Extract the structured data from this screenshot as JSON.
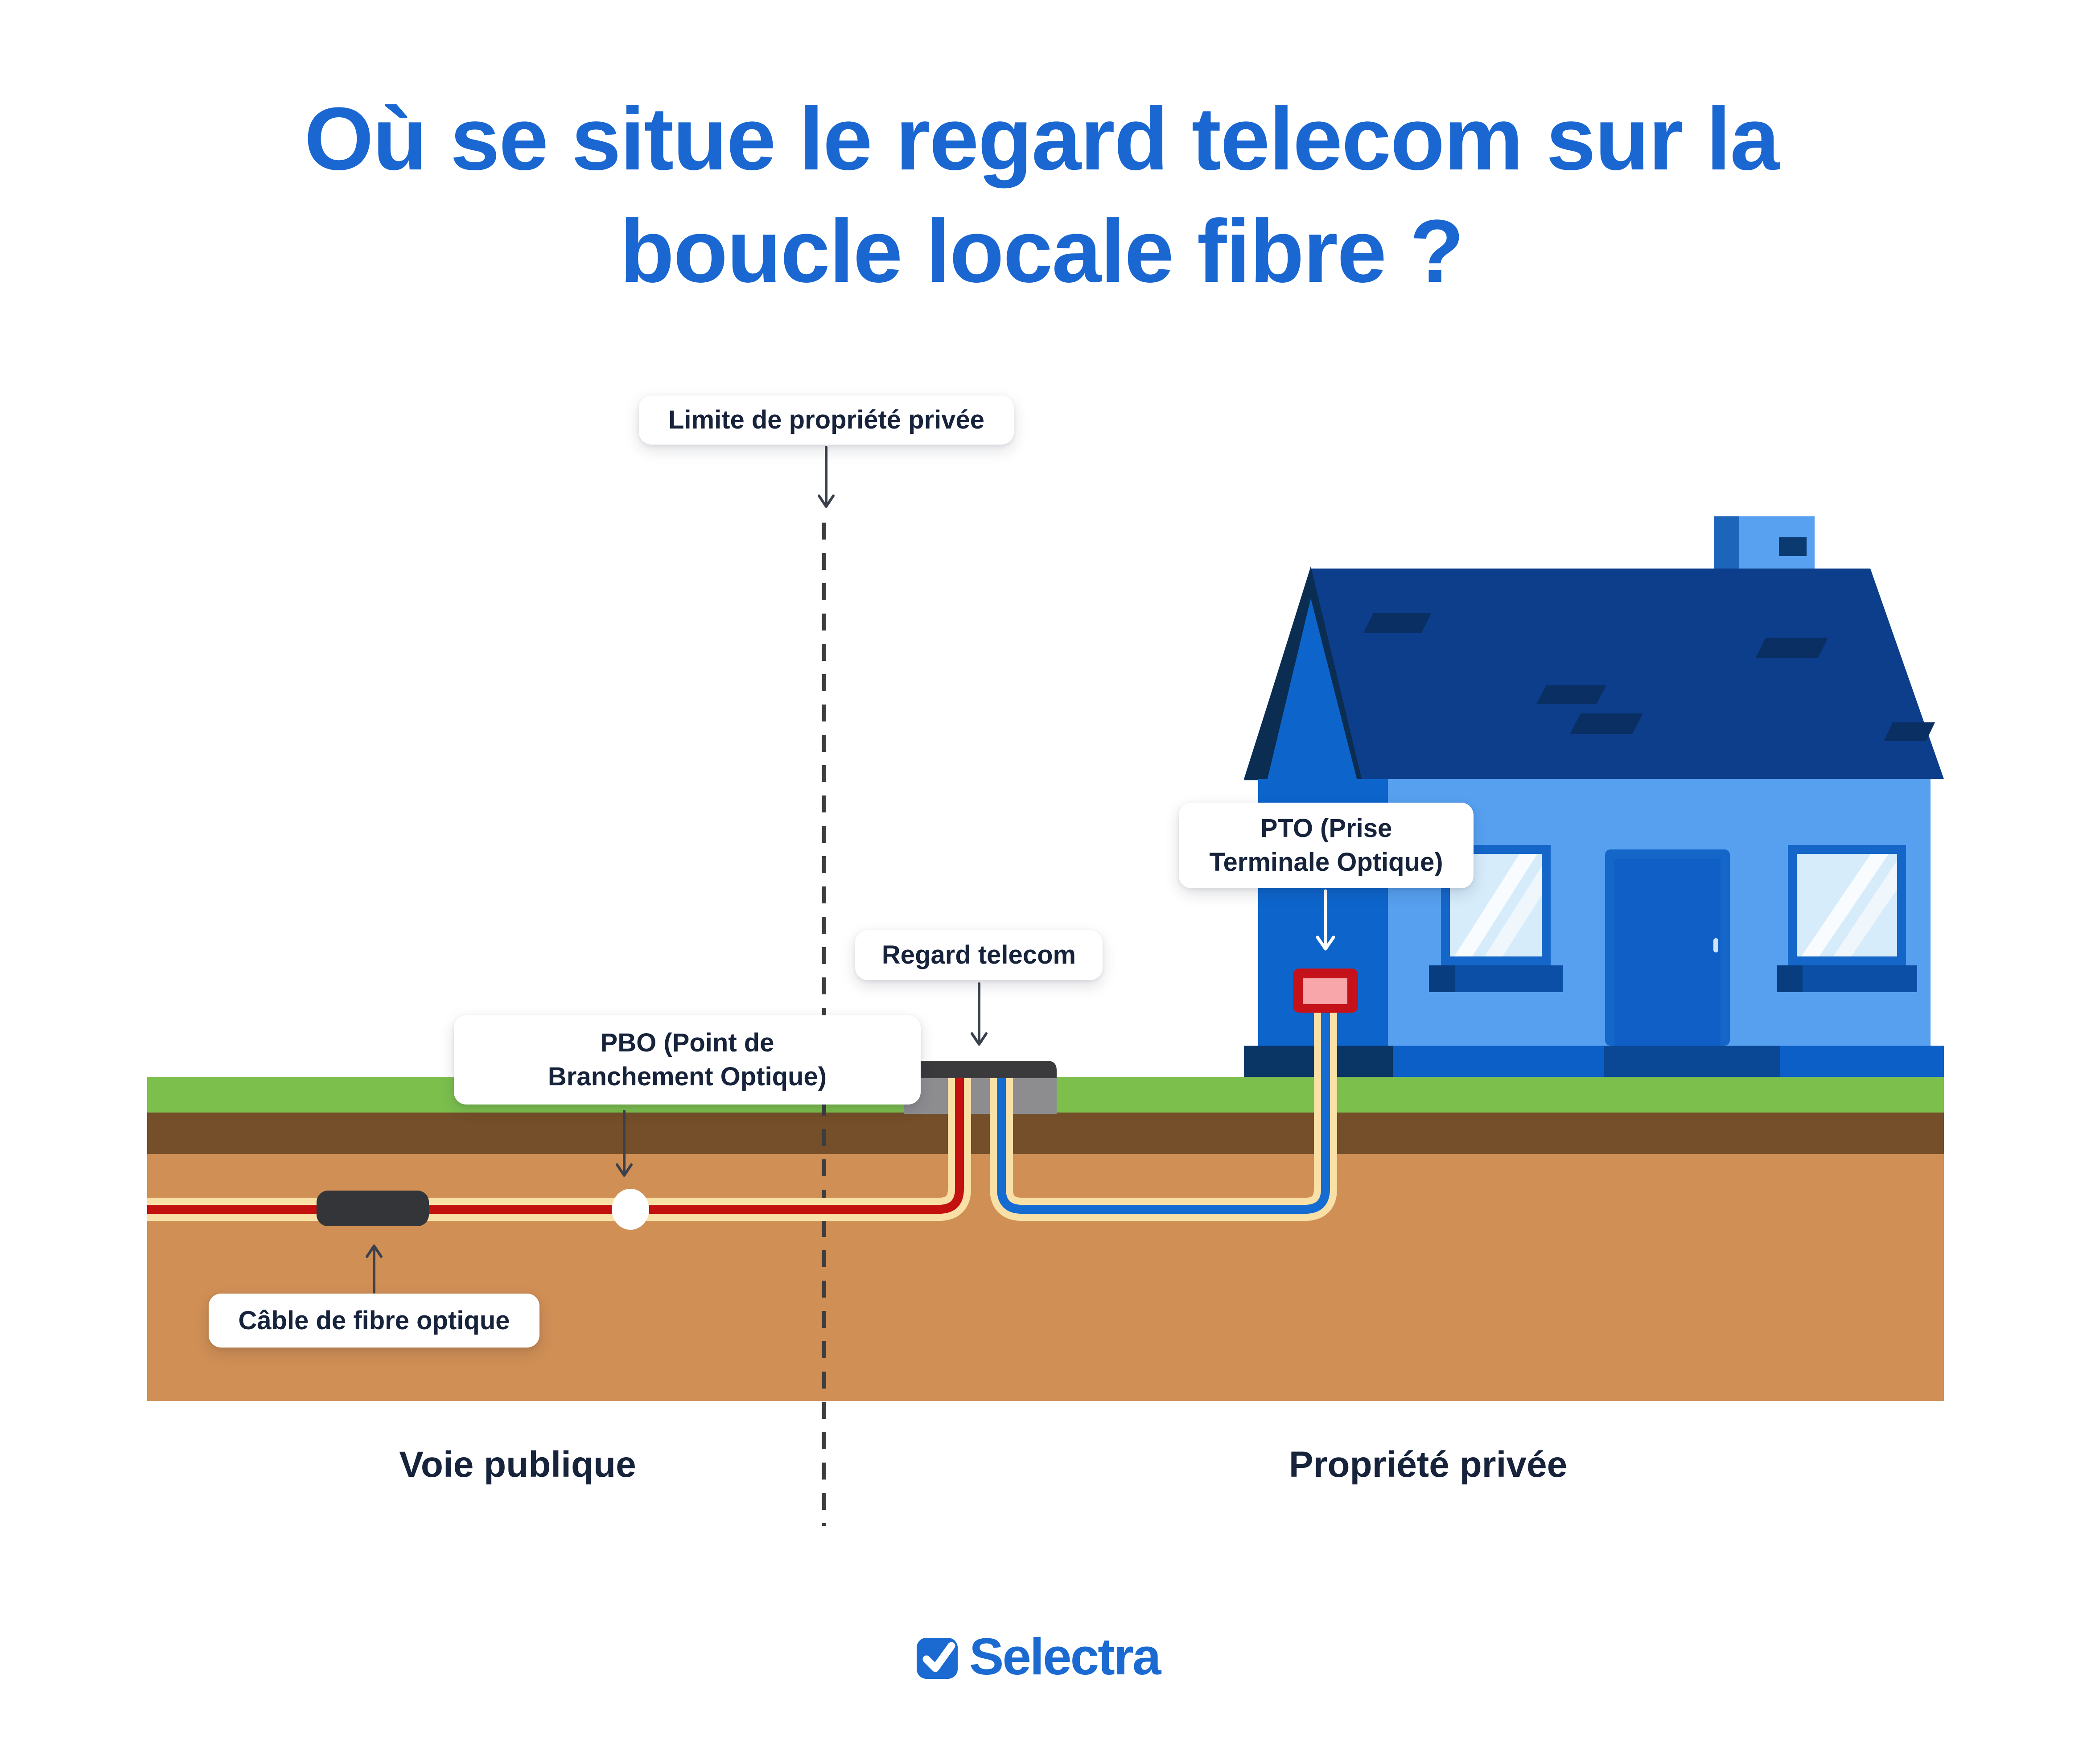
{
  "title": {
    "line1": "Où se situe le regard telecom sur la",
    "line2": "boucle locale fibre ?"
  },
  "callouts": {
    "limite": {
      "text": "Limite de propriété privée"
    },
    "pbo": {
      "line1": "PBO (Point de",
      "line2": "Branchement Optique)"
    },
    "regard": {
      "text": "Regard telecom"
    },
    "pto": {
      "line1": "PTO (Prise",
      "line2": "Terminale Optique)"
    },
    "cable": {
      "text": "Câble de fibre optique"
    }
  },
  "zones": {
    "public": "Voie publique",
    "private": "Propriété privée"
  },
  "logo": {
    "text": "Selectra",
    "icon": "check-icon"
  },
  "colors": {
    "accent_blue": "#1a67d2",
    "label_navy": "#16233b",
    "roof_blue": "#0c3e8c",
    "roof_edge_dark": "#0b2d52",
    "shingle_dark": "#0a2f63",
    "gable_blue": "#0d65cb",
    "facade_blue": "#57a0f0",
    "window_frame_blue": "#1566c9",
    "glass_blue": "#d6ecfb",
    "door_blue": "#0f5fc6",
    "foundation_navy": "#0a3666",
    "foundation_blue": "#0c5fc7",
    "porch_blue": "#0a4896",
    "grass_green": "#7cbf4d",
    "topsoil_brown": "#744f29",
    "subsoil_brown": "#d08f55",
    "cable_sheath_cream": "#f8e0a6",
    "cable_red": "#c3110f",
    "cable_blue": "#146bd2",
    "manhole_body_gray": "#8d8d90",
    "manhole_cap_gray": "#3a3a3c",
    "pto_red": "#c5121a",
    "pto_pink": "#f9a6ab",
    "dashed_line": "#3d3d3d"
  }
}
